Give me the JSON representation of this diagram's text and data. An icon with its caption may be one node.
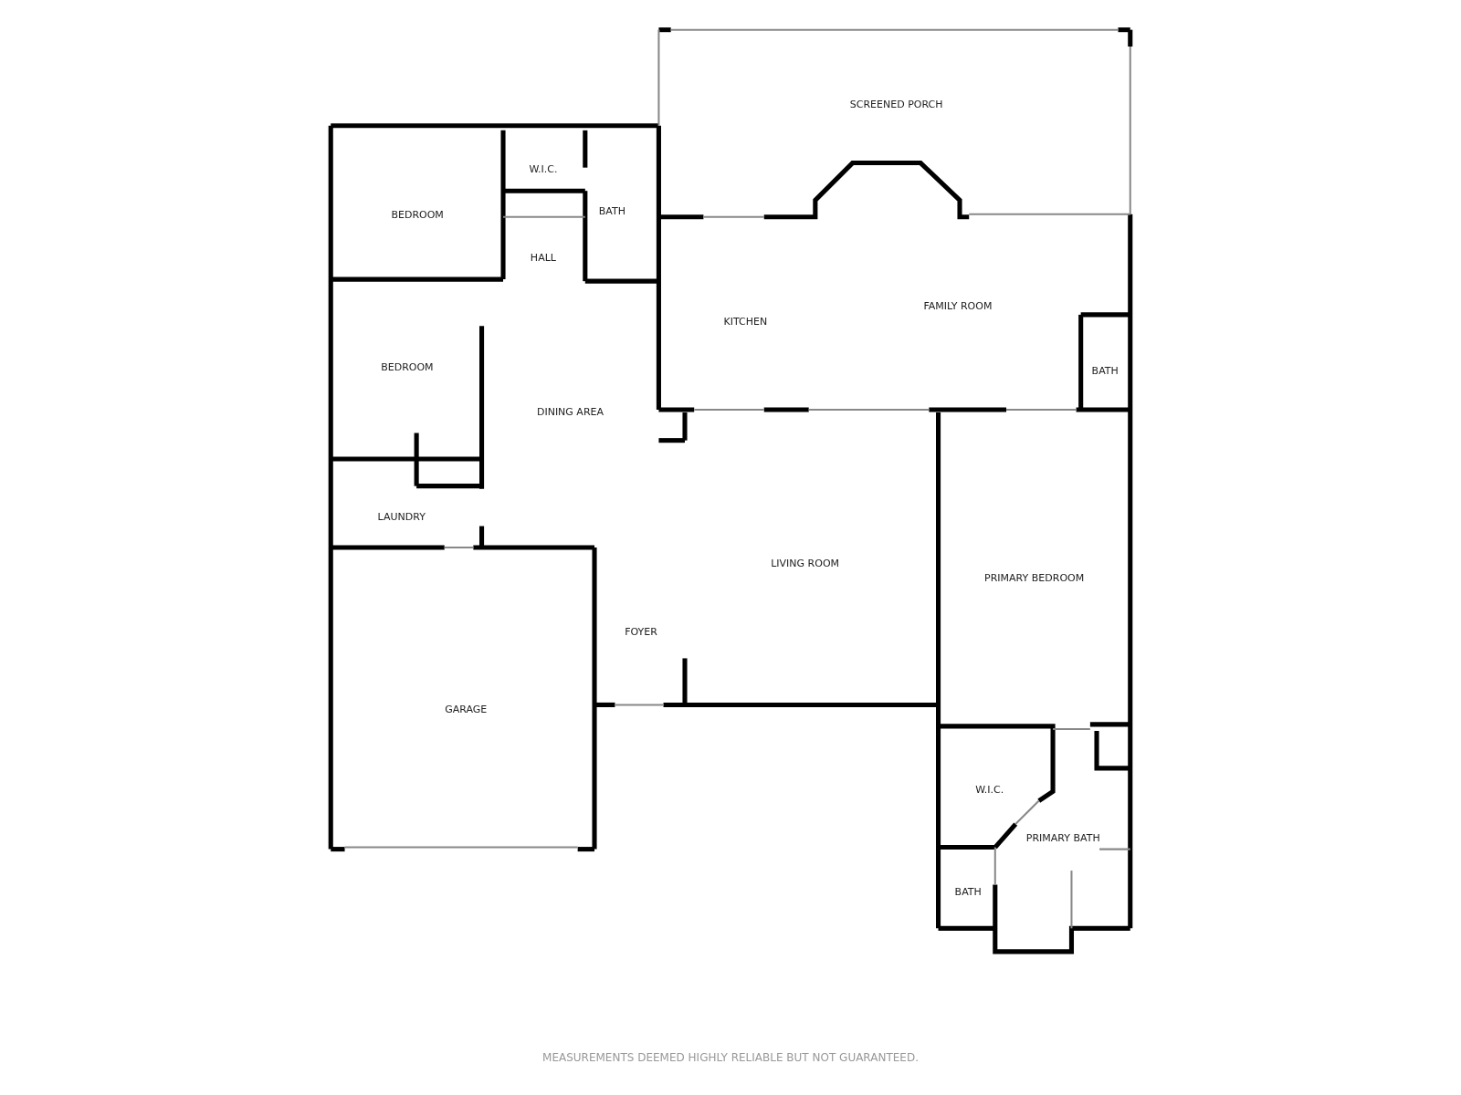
{
  "diagram": {
    "caption": "MEASUREMENTS DEEMED HIGHLY RELIABLE BUT NOT GUARANTEED.",
    "labels": [
      "SCREENED PORCH",
      "W.I.C.",
      "BEDROOM",
      "BATH",
      "HALL",
      "FAMILY ROOM",
      "KITCHEN",
      "BEDROOM",
      "BATH",
      "DINING AREA",
      "LAUNDRY",
      "PRIMARY BEDROOM",
      "LIVING ROOM",
      "FOYER",
      "GARAGE",
      "W.I.C.",
      "PRIMARY BATH",
      "BATH"
    ]
  }
}
